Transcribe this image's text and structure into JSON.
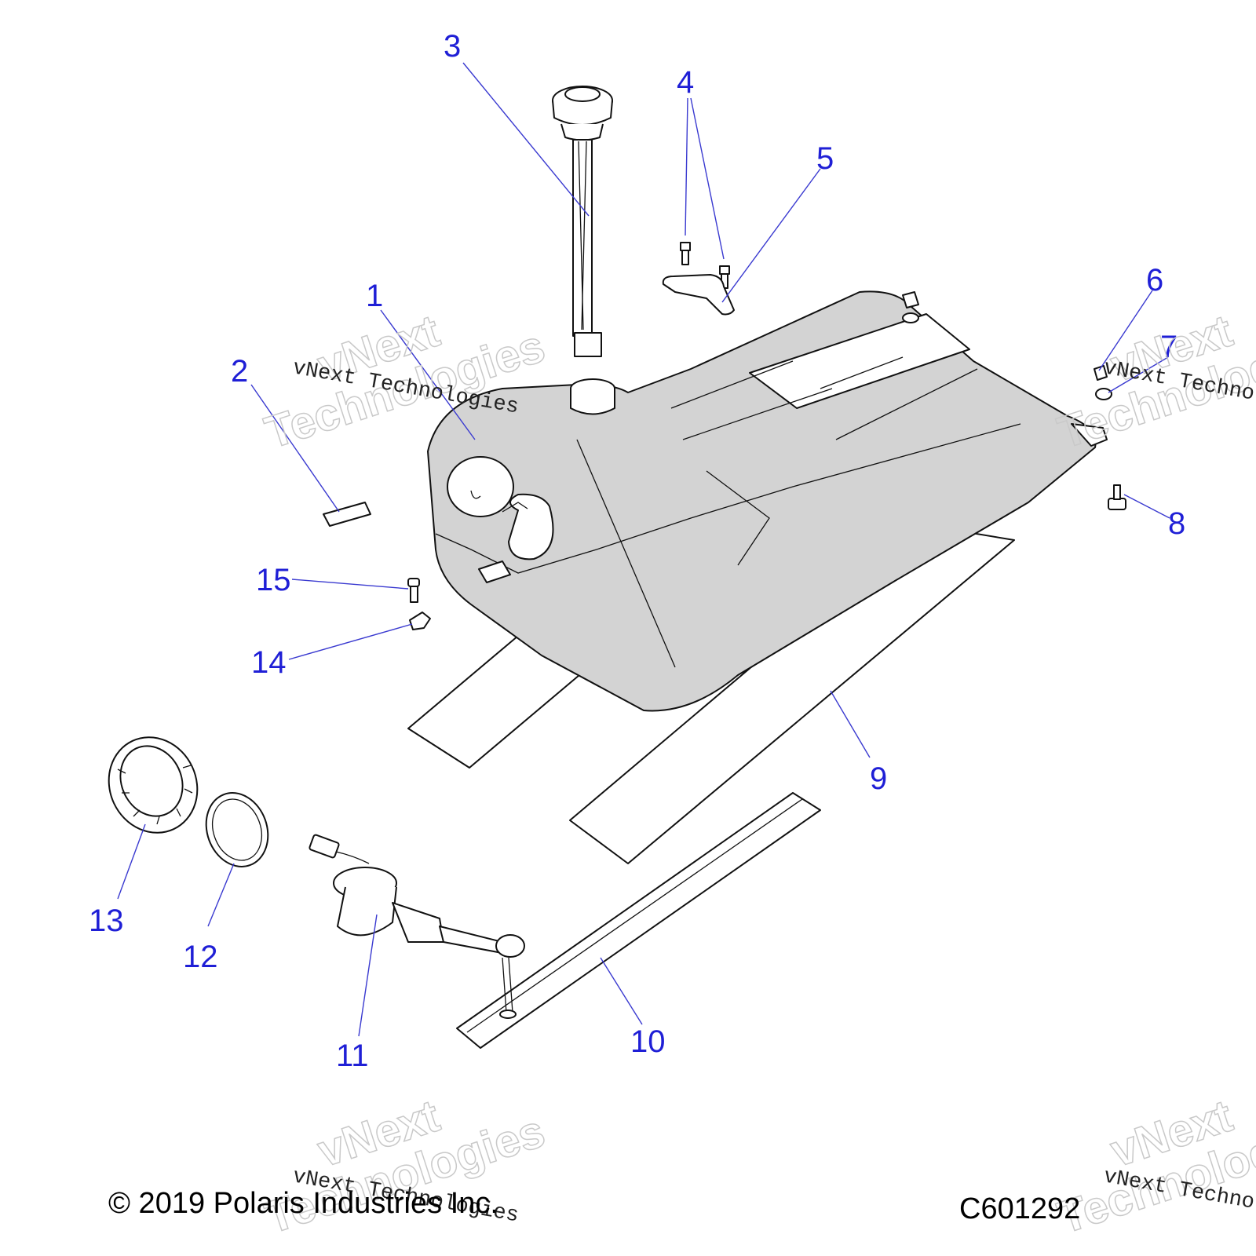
{
  "callouts": [
    {
      "id": "1",
      "label": "1"
    },
    {
      "id": "2",
      "label": "2"
    },
    {
      "id": "3",
      "label": "3"
    },
    {
      "id": "4",
      "label": "4"
    },
    {
      "id": "5",
      "label": "5"
    },
    {
      "id": "6",
      "label": "6"
    },
    {
      "id": "7",
      "label": "7"
    },
    {
      "id": "8",
      "label": "8"
    },
    {
      "id": "9",
      "label": "9"
    },
    {
      "id": "10",
      "label": "10"
    },
    {
      "id": "11",
      "label": "11"
    },
    {
      "id": "12",
      "label": "12"
    },
    {
      "id": "13",
      "label": "13"
    },
    {
      "id": "14",
      "label": "14"
    },
    {
      "id": "15",
      "label": "15"
    }
  ],
  "footer": {
    "copyright": "© 2019 Polaris Industries Inc.",
    "drawing_number": "C601292"
  },
  "watermark": {
    "line1": "vNext",
    "line2": "Technologies",
    "small": "vNext Technologies"
  },
  "colors": {
    "callout": "#1f1fd6",
    "leader": "#3a3ad0",
    "part_fill": "#d3d3d3",
    "watermark": "#c9c9c9"
  }
}
